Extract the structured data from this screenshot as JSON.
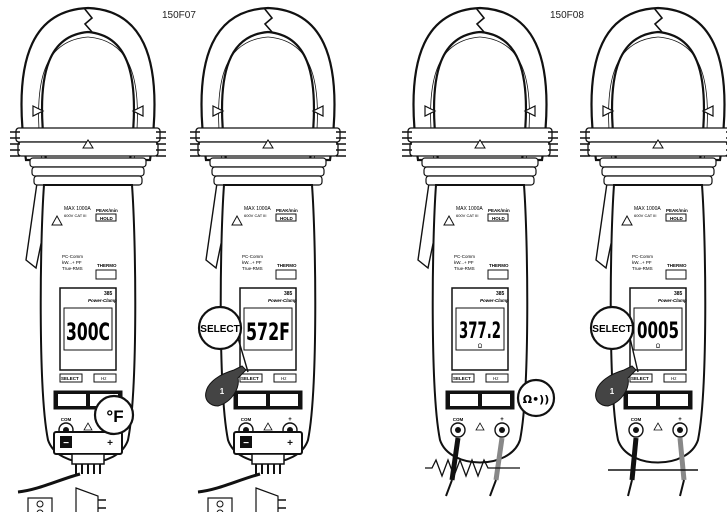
{
  "figure_labels": [
    "150F07",
    "150F08"
  ],
  "meter_text": {
    "max_rating": "MAX 1000A",
    "cat_rating": "600V CAT III",
    "peak_hold": "PEAK/min",
    "hold": "HOLD",
    "pc_comm": "PC-Comm",
    "kw_pf": "kW...+ PF",
    "true_rms": "True-RMS",
    "thermo": "THERMO",
    "model": "385",
    "brand": "Power-Clamp",
    "select": "SELECT",
    "hz": "Hz",
    "com": "COM",
    "plus": "+",
    "minus": "−"
  },
  "meters": [
    {
      "id": "m1",
      "reading": "300C",
      "unit": "",
      "badge": "°F",
      "select_callout": false
    },
    {
      "id": "m2",
      "reading": "572F",
      "unit": "",
      "badge": "",
      "select_callout": true,
      "step": "1"
    },
    {
      "id": "m3",
      "reading": "377.2",
      "unit": "Ω",
      "badge": "Ω•))",
      "select_callout": false
    },
    {
      "id": "m4",
      "reading": "0005",
      "unit": "Ω",
      "badge": "",
      "select_callout": true,
      "step": "1"
    }
  ],
  "colors": {
    "line": "#111111",
    "fill": "#ffffff",
    "dark": "#333333",
    "wire_red": "#777777"
  }
}
